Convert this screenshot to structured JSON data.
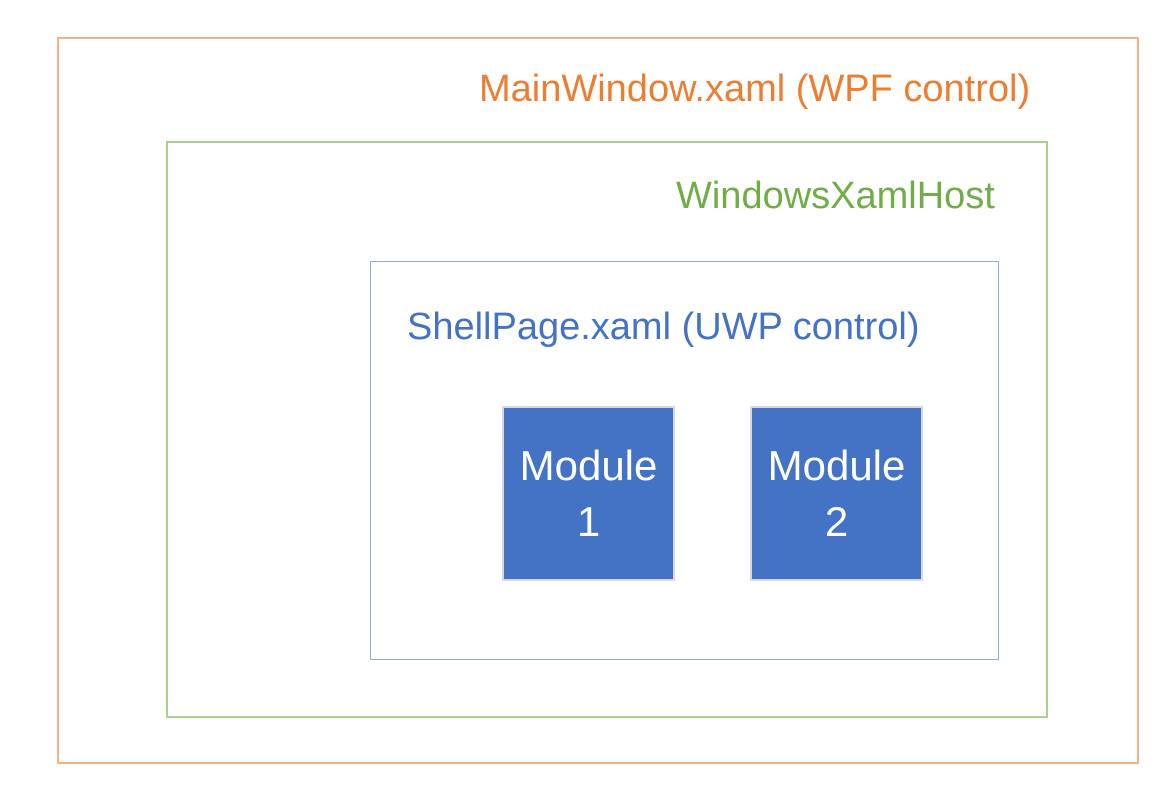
{
  "diagram": {
    "background_color": "#FFFFFF",
    "outer_box": {
      "label": "MainWindow.xaml (WPF control)",
      "text_color": "#ED7D31",
      "border_color": "#F4B183"
    },
    "host_box": {
      "label": "WindowsXamlHost",
      "text_color": "#70AD47",
      "border_color": "#A9D18E"
    },
    "shell_box": {
      "label": "ShellPage.xaml (UWP control)",
      "text_color": "#4472C4",
      "border_color": "#8FAADC"
    },
    "modules": [
      {
        "label_line1": "Module",
        "label_line2": "1",
        "fill_color": "#4472C4",
        "border_color": "#D9D9D9",
        "text_color": "#FFFFFF"
      },
      {
        "label_line1": "Module",
        "label_line2": "2",
        "fill_color": "#4472C4",
        "border_color": "#D9D9D9",
        "text_color": "#FFFFFF"
      }
    ]
  }
}
